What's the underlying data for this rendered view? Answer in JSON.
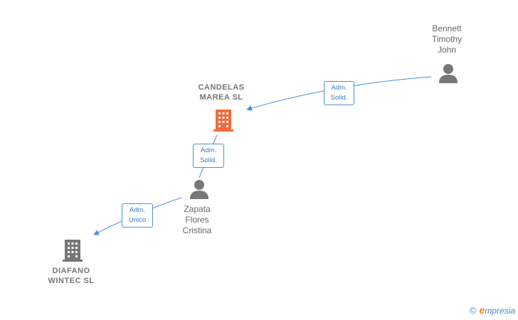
{
  "nodes": {
    "candelas": {
      "label": "CANDELAS\nMAREA  SL",
      "icon": "building-icon",
      "color": "#f26b3a"
    },
    "diafano": {
      "label": "DIAFANO\nWINTEC SL",
      "icon": "building-icon",
      "color": "#777777"
    },
    "bennett": {
      "label": "Bennett\nTimothy\nJohn",
      "icon": "person-icon",
      "color": "#777777"
    },
    "zapata": {
      "label": "Zapata\nFlores\nCristina",
      "icon": "person-icon",
      "color": "#777777"
    }
  },
  "relations": {
    "bennett_candelas": "Adm.\nSolid.",
    "zapata_candelas": "Adm.\nSolid.",
    "zapata_diafano": "Adm.\nUnico"
  },
  "colors": {
    "edge": "#4a90d9",
    "company_highlight": "#f26b3a",
    "node_gray": "#777777"
  },
  "brand": {
    "copyright": "©",
    "initial": "e",
    "name": "mpresia"
  }
}
